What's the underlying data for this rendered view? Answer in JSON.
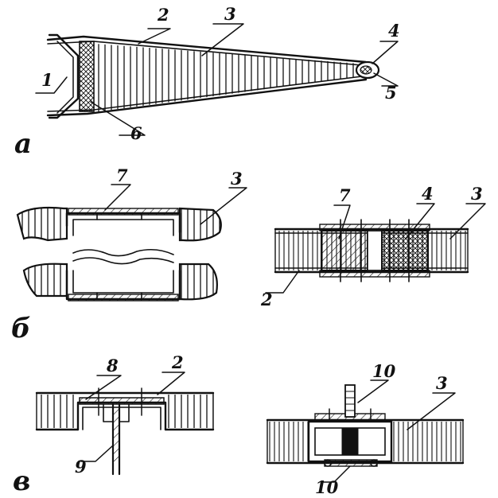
{
  "labels": {
    "a": {
      "n1": "1",
      "n2": "2",
      "n3": "3",
      "n4": "4",
      "n5": "5",
      "n6": "6",
      "section": "а"
    },
    "b": {
      "left_n7": "7",
      "left_n3": "3",
      "right_n7": "7",
      "right_n4": "4",
      "right_n3": "3",
      "right_n2": "2",
      "section": "б"
    },
    "v": {
      "left_n8": "8",
      "left_n2": "2",
      "left_n9": "9",
      "right_n10_top": "10",
      "right_n3": "3",
      "right_n10_bottom": "10",
      "section": "в"
    }
  },
  "colors": {
    "ink": "#111111",
    "paper": "#ffffff"
  }
}
